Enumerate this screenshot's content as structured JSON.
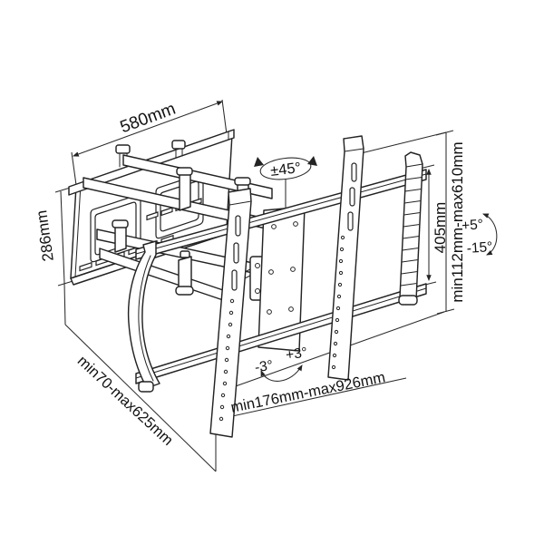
{
  "diagram": {
    "subject": "full-motion-tv-wall-mount-technical-drawing",
    "colors": {
      "background": "#ffffff",
      "line": "#232323",
      "text": "#111111"
    },
    "labels": {
      "wall_plate_width": "580mm",
      "wall_plate_height": "286mm",
      "swivel_range": "±45°",
      "tv_bracket_height": "405mm",
      "mount_height_range": "min112mm-max610mm",
      "tilt_up": "+5°",
      "tilt_down": "-15°",
      "level_adjust_left": "-3°",
      "level_adjust_right": "+3°",
      "extension_depth_range": "min70-max625mm",
      "bracket_width_range": "min176mm-max926mm"
    }
  }
}
